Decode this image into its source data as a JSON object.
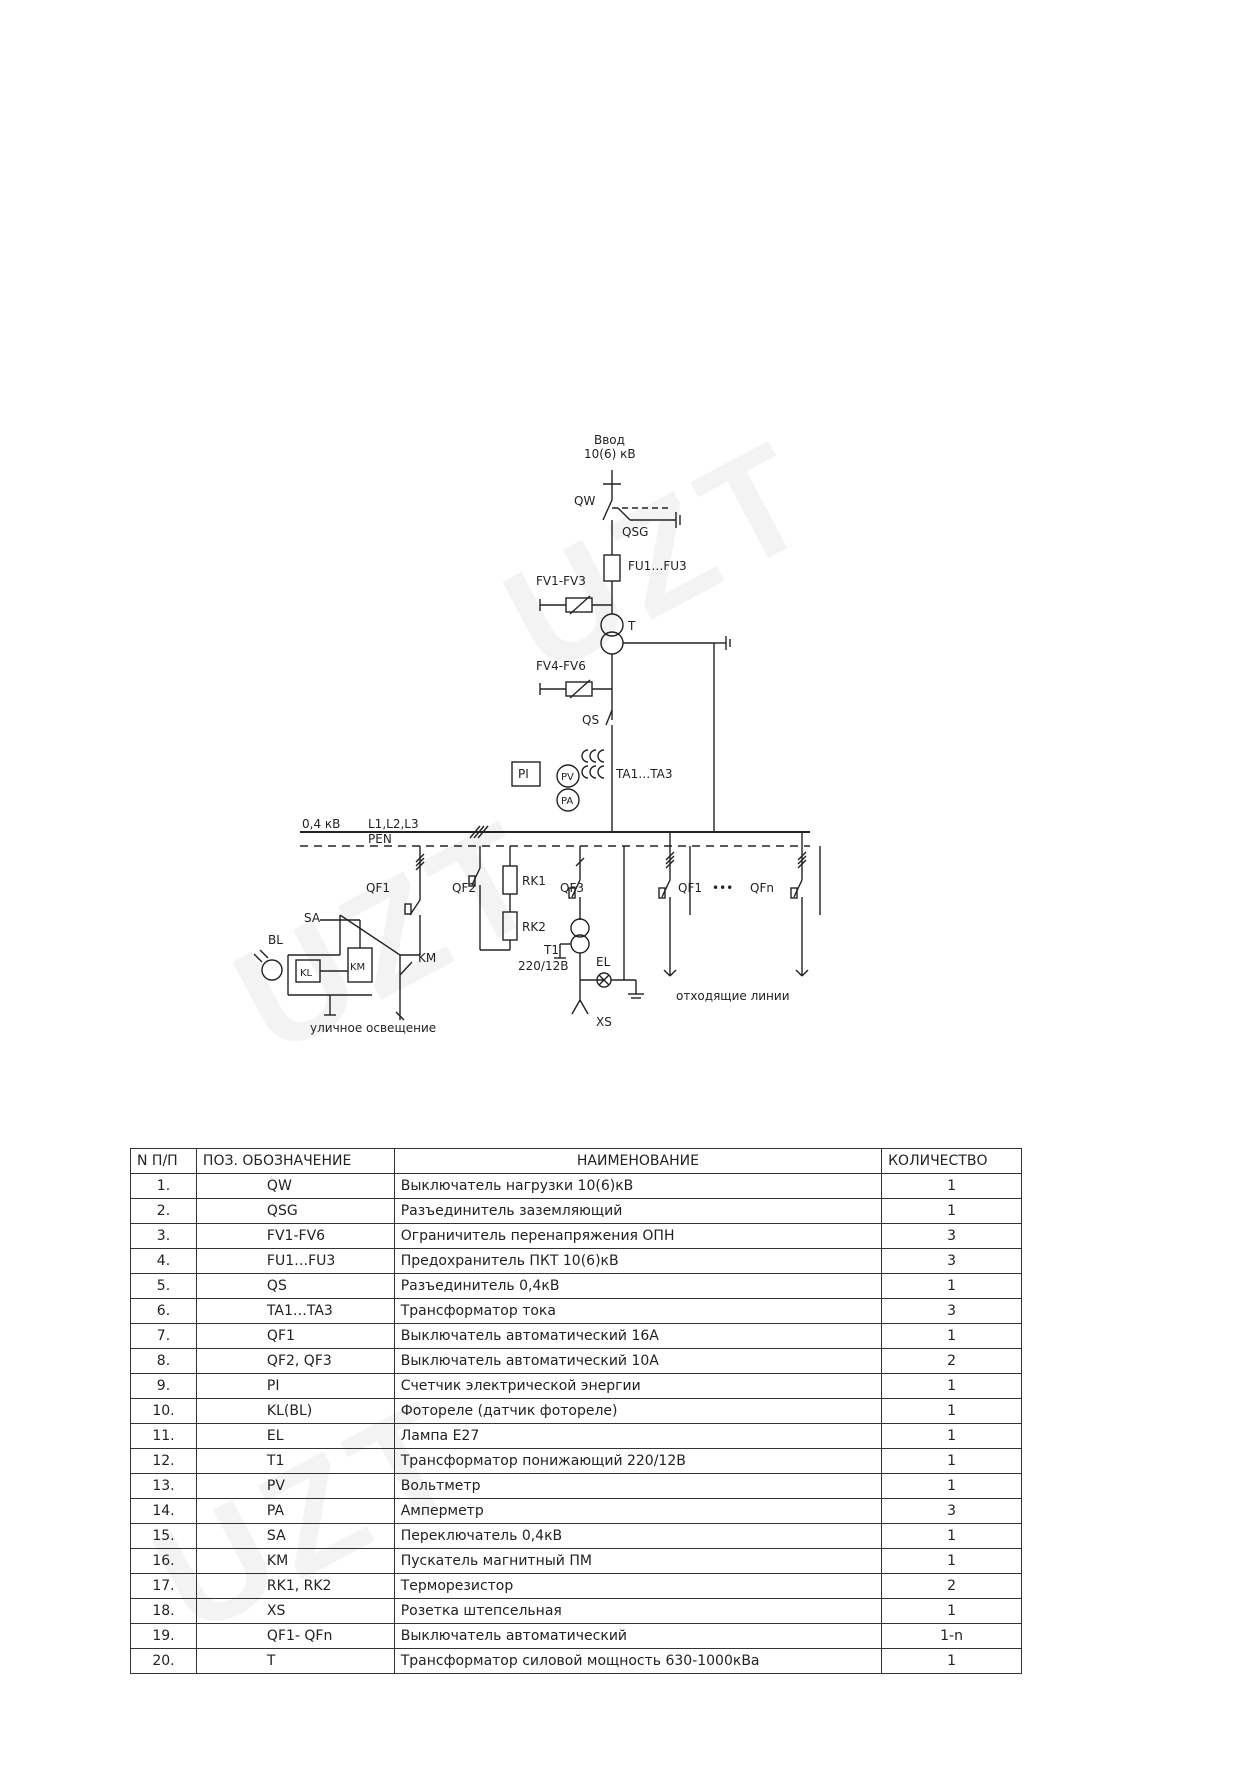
{
  "scheme": {
    "input_label": "Ввод",
    "input_voltage": "10(6) кВ",
    "qw": "QW",
    "qsg": "QSG",
    "fu": "FU1…FU3",
    "fv13": "FV1-FV3",
    "t": "T",
    "fv46": "FV4-FV6",
    "qs": "QS",
    "pi": "PI",
    "pv": "PV",
    "pa": "PA",
    "ta": "TA1…TA3",
    "bus_voltage": "0,4 кВ",
    "bus_phases": "L1,L2,L3",
    "pen": "PEN",
    "qf1": "QF1",
    "qf2": "QF2",
    "qf3": "QF3",
    "rk1": "RK1",
    "rk2": "RK2",
    "sa": "SA",
    "bl": "BL",
    "kl": "KL",
    "km": "KM",
    "km2": "KM",
    "t1": "T1",
    "t1_ratio": "220/12В",
    "el": "EL",
    "xs": "XS",
    "qf1b": "QF1",
    "qfn": "QFn",
    "dots": "•••",
    "street_lighting": "уличное освещение",
    "outgoing_lines": "отходящие линии"
  },
  "spec": {
    "headers": [
      "N П/П",
      "ПОЗ. ОБОЗНАЧЕНИЕ",
      "НАИМЕНОВАНИЕ",
      "КОЛИЧЕСТВО"
    ],
    "rows": [
      {
        "n": "1.",
        "pos": "QW",
        "name": "Выключатель нагрузки 10(6)кВ",
        "qty": "1"
      },
      {
        "n": "2.",
        "pos": "QSG",
        "name": "Разъединитель заземляющий",
        "qty": "1"
      },
      {
        "n": "3.",
        "pos": "FV1-FV6",
        "name": "Ограничитель перенапряжения ОПН",
        "qty": "3"
      },
      {
        "n": "4.",
        "pos": "FU1…FU3",
        "name": "Предохранитель ПКТ 10(6)кВ",
        "qty": "3"
      },
      {
        "n": "5.",
        "pos": "QS",
        "name": "Разъединитель 0,4кВ",
        "qty": "1"
      },
      {
        "n": "6.",
        "pos": "TA1…TA3",
        "name": "Трансформатор тока",
        "qty": "3"
      },
      {
        "n": "7.",
        "pos": "QF1",
        "name": "Выключатель автоматический 16А",
        "qty": "1"
      },
      {
        "n": "8.",
        "pos": "QF2, QF3",
        "name": "Выключатель автоматический 10А",
        "qty": "2"
      },
      {
        "n": "9.",
        "pos": "PI",
        "name": "Счетчик электрической энергии",
        "qty": "1"
      },
      {
        "n": "10.",
        "pos": "KL(BL)",
        "name": "Фотореле (датчик фотореле)",
        "qty": "1"
      },
      {
        "n": "11.",
        "pos": "EL",
        "name": "Лампа Е27",
        "qty": "1"
      },
      {
        "n": "12.",
        "pos": "T1",
        "name": "Трансформатор понижающий 220/12В",
        "qty": "1"
      },
      {
        "n": "13.",
        "pos": "PV",
        "name": "Вольтметр",
        "qty": "1"
      },
      {
        "n": "14.",
        "pos": "PA",
        "name": "Амперметр",
        "qty": "3"
      },
      {
        "n": "15.",
        "pos": "SA",
        "name": "Переключатель 0,4кВ",
        "qty": "1"
      },
      {
        "n": "16.",
        "pos": "KM",
        "name": "Пускатель магнитный ПМ",
        "qty": "1"
      },
      {
        "n": "17.",
        "pos": "RK1, RK2",
        "name": "Терморезистор",
        "qty": "2"
      },
      {
        "n": "18.",
        "pos": "XS",
        "name": "Розетка штепсельная",
        "qty": "1"
      },
      {
        "n": "19.",
        "pos": "QF1- QFn",
        "name": "Выключатель автоматический",
        "qty": "1-n"
      },
      {
        "n": "20.",
        "pos": "T",
        "name": "Трансформатор силовой мощность 630-1000кВа",
        "qty": "1"
      }
    ]
  }
}
